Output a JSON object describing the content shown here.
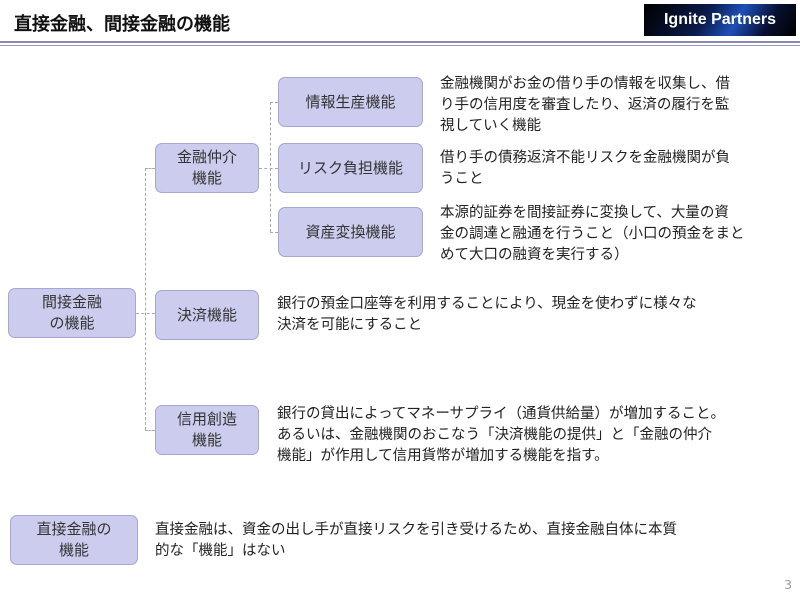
{
  "title": "直接金融、間接金融の機能",
  "logo": "Ignite Partners",
  "root": "間接金融\nの機能",
  "root_lines": [
    "間接金融",
    "の機能"
  ],
  "branches": {
    "intermediation": {
      "label": [
        "金融仲介",
        "機能"
      ],
      "children": [
        {
          "label": "情報生産機能",
          "desc": [
            "金融機関がお金の借り手の情報を収集し、借",
            "り手の信用度を審査したり、返済の履行を監",
            "視していく機能"
          ]
        },
        {
          "label": "リスク負担機能",
          "desc": [
            "借り手の債務返済不能リスクを金融機関が負",
            "うこと"
          ]
        },
        {
          "label": "資産変換機能",
          "desc": [
            "本源的証券を間接証券に変換して、大量の資",
            "金の調達と融通を行うこと（小口の預金をまと",
            "めて大口の融資を実行する）"
          ]
        }
      ]
    },
    "settlement": {
      "label": "決済機能",
      "desc": [
        "銀行の預金口座等を利用することにより、現金を使わずに様々な",
        "決済を可能にすること"
      ]
    },
    "credit": {
      "label": [
        "信用創造",
        "機能"
      ],
      "desc": [
        "銀行の貸出によってマネーサプライ（通貨供給量）が増加すること。",
        "あるいは、金融機関のおこなう「決済機能の提供」と「金融の仲介",
        "機能」が作用して信用貨幣が増加する機能を指す。"
      ]
    }
  },
  "direct": {
    "label": [
      "直接金融の",
      "機能"
    ],
    "desc": [
      "直接金融は、資金の出し手が直接リスクを引き受けるため、直接金融自体に本質",
      "的な「機能」はない"
    ]
  },
  "page_number": "3"
}
